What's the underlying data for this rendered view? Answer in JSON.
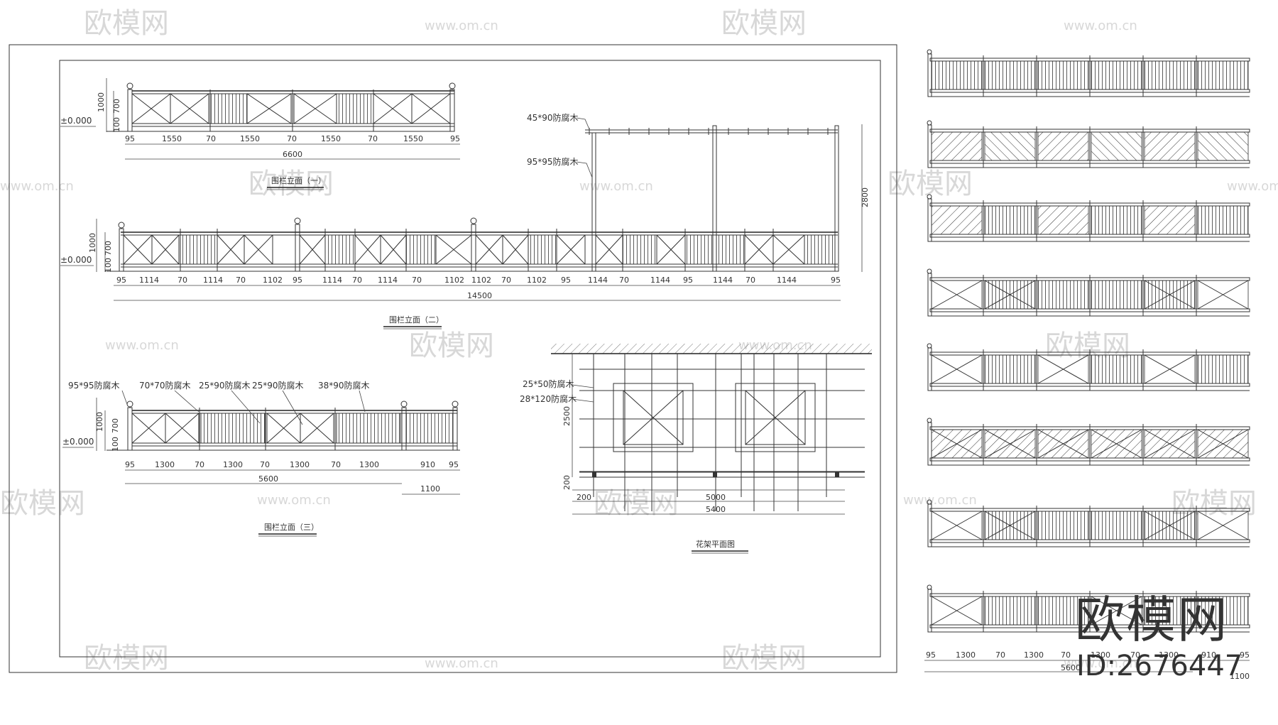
{
  "watermark": {
    "brand": "欧模网",
    "site": "www.om.cn",
    "id_text": "ID:2676447"
  },
  "elev1": {
    "title": "围栏立面（一）",
    "level": "±0.000",
    "vdims": [
      "1000",
      "700",
      "100"
    ],
    "spans": [
      "95",
      "1550",
      "70",
      "1550",
      "70",
      "1550",
      "70",
      "1550",
      "95"
    ],
    "total": "6600"
  },
  "elev2": {
    "title": "围栏立面（二）",
    "level": "±0.000",
    "vdims": [
      "1000",
      "700",
      "100"
    ],
    "spans": [
      "95",
      "1114",
      "70",
      "1114",
      "70",
      "1102",
      "95",
      "1114",
      "70",
      "1114",
      "70",
      "1102",
      "1102",
      "70",
      "1102",
      "95",
      "1144",
      "70",
      "1144",
      "95",
      "1144",
      "70",
      "1144",
      "95"
    ],
    "total": "14500",
    "pergola_labels": [
      "45*90防腐木",
      "95*95防腐木"
    ],
    "pergola_height": "2800"
  },
  "elev3": {
    "title": "围栏立面（三）",
    "level": "±0.000",
    "vdims": [
      "1000",
      "700",
      "100"
    ],
    "labels": [
      "95*95防腐木",
      "70*70防腐木",
      "25*90防腐木",
      "25*90防腐木",
      "38*90防腐木"
    ],
    "spans": [
      "95",
      "1300",
      "70",
      "1300",
      "70",
      "1300",
      "70",
      "1300",
      "910",
      "95"
    ],
    "total": "5600",
    "sub_total": "1100"
  },
  "plan": {
    "title": "花架平面图",
    "labels": [
      "25*50防腐木",
      "28*120防腐木"
    ],
    "vdims": [
      "2500",
      "200"
    ],
    "hdims": [
      "200",
      "5000",
      "5400"
    ]
  },
  "thumb": {
    "spans": [
      "95",
      "1300",
      "70",
      "1300",
      "70",
      "1300",
      "70",
      "1300",
      "910",
      "95"
    ],
    "total": "5600",
    "sub_total": "1100"
  }
}
